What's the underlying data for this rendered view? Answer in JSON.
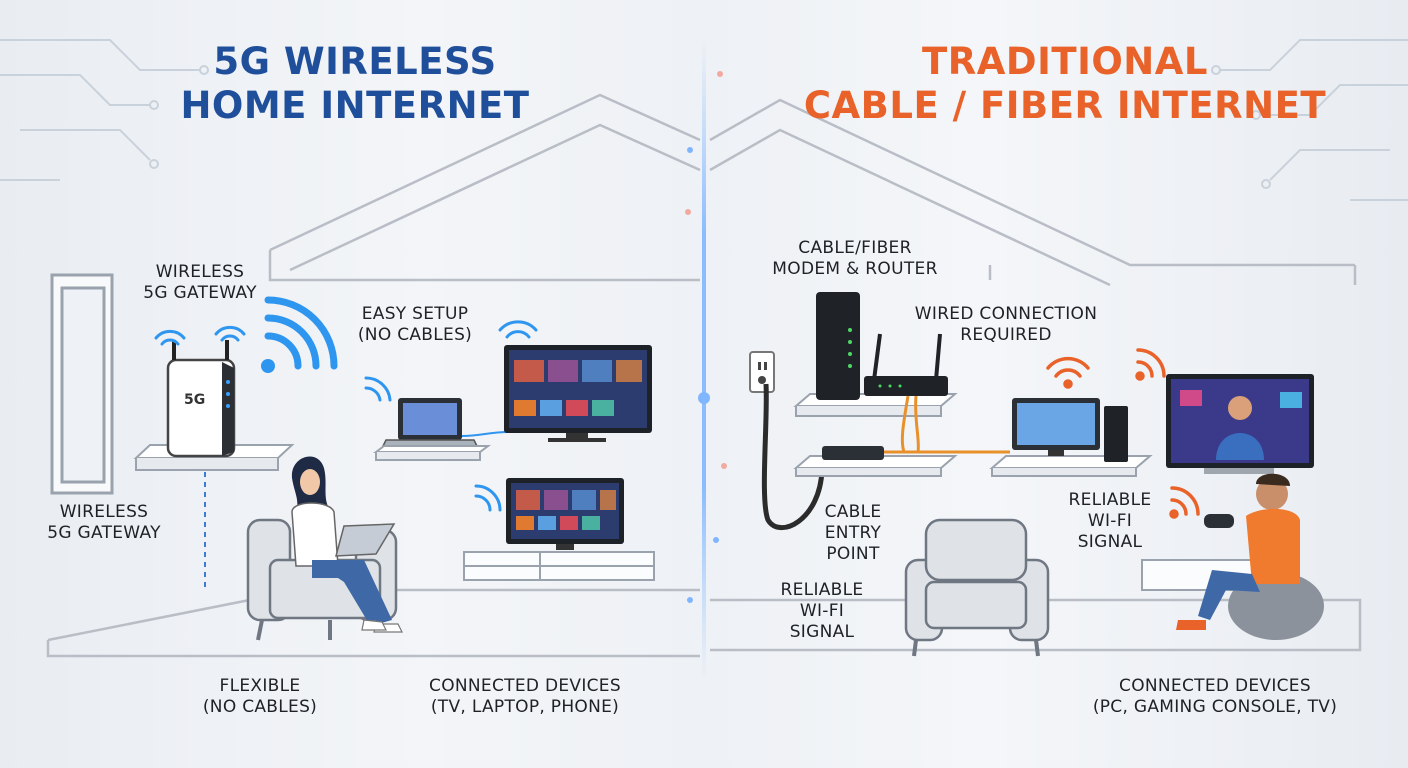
{
  "left_panel": {
    "title_line1": "5G WIRELESS",
    "title_line2": "HOME INTERNET",
    "accent_color": "#1f4e9a",
    "labels": {
      "gateway_top_line1": "WIRELESS",
      "gateway_top_line2": "5G GATEWAY",
      "easy_setup_line1": "EASY SETUP",
      "easy_setup_line2": "(NO CABLES)",
      "gateway_side_line1": "WIRELESS",
      "gateway_side_line2": "5G GATEWAY",
      "flexible_line1": "FLEXIBLE",
      "flexible_line2": "(NO CABLES)",
      "devices_line1": "CONNECTED DEVICES",
      "devices_line2": "(TV, LAPTOP, PHONE)"
    },
    "router_badge": "5G",
    "icons": [
      "wifi-icon",
      "5g-gateway-icon",
      "laptop-icon",
      "smart-tv-icon",
      "armchair-icon",
      "person-icon"
    ]
  },
  "right_panel": {
    "title_line1": "TRADITIONAL",
    "title_line2": "CABLE / FIBER INTERNET",
    "accent_color": "#e8622a",
    "labels": {
      "modem_line1": "CABLE/FIBER",
      "modem_line2": "MODEM & ROUTER",
      "wired_line1": "WIRED CONNECTION",
      "wired_line2": "REQUIRED",
      "cable_entry_line1": "CABLE",
      "cable_entry_line2": "ENTRY",
      "cable_entry_line3": "POINT",
      "wifi_center_line1": "RELIABLE",
      "wifi_center_line2": "WI-FI",
      "wifi_center_line3": "SIGNAL",
      "wifi_right_line1": "RELIABLE",
      "wifi_right_line2": "WI-FI",
      "wifi_right_line3": "SIGNAL",
      "devices_line1": "CONNECTED DEVICES",
      "devices_line2": "(PC, GAMING CONSOLE, TV)"
    },
    "icons": [
      "wifi-icon",
      "modem-icon",
      "router-icon",
      "wall-outlet-icon",
      "desktop-monitor-icon",
      "console-icon",
      "smart-tv-icon",
      "armchair-icon",
      "gamer-icon"
    ]
  }
}
